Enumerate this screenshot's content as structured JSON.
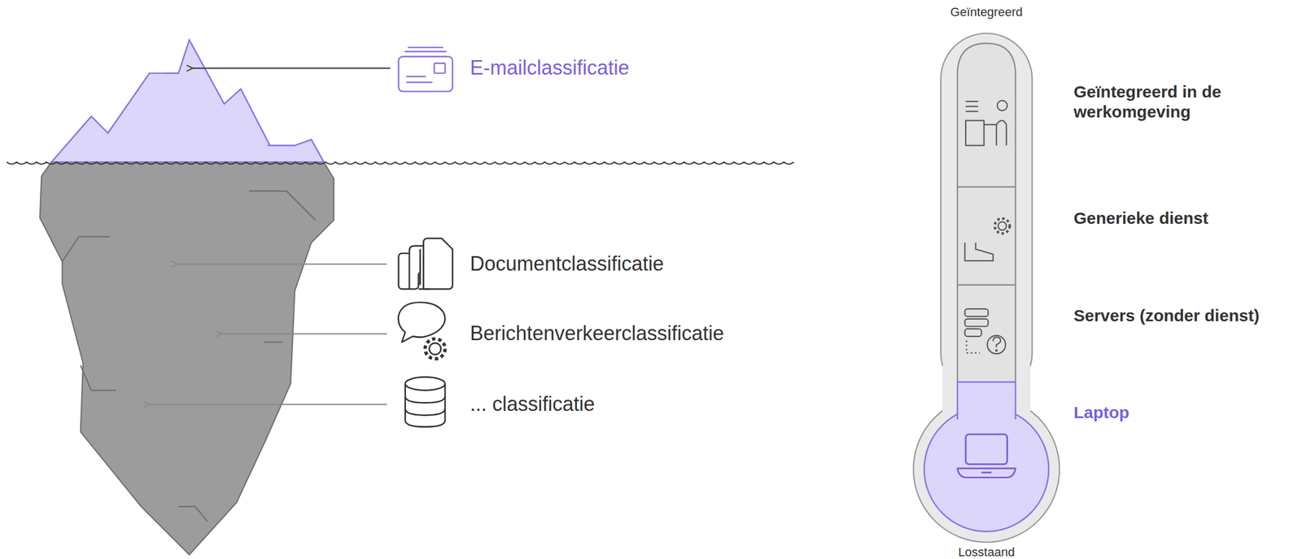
{
  "diagram": {
    "labels": [
      "E-mailclassificatie",
      "Documentclassificatie",
      "Berichtenverkeerclassificatie",
      "... classificatie",
      "Geïntegreerd",
      "Geïntegreerd in de werkomgeving",
      "Generieke dienst",
      "Servers (zonder dienst)",
      "Laptop",
      "Losstaand"
    ]
  }
}
